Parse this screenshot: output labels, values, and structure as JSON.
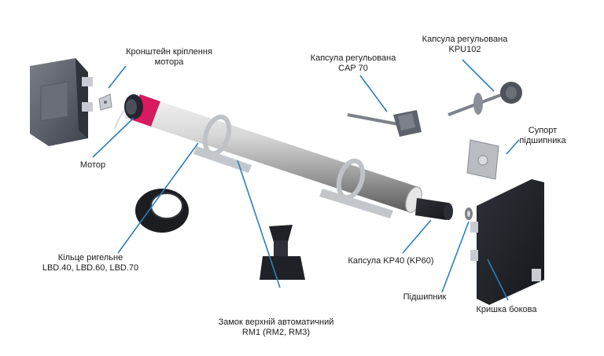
{
  "accent_color": "#2a7fc0",
  "labels": {
    "bracket": [
      "Кронштейн кріплення",
      "мотора"
    ],
    "motor": "Мотор",
    "ring": [
      "Кільце ригельне",
      "LBD.40,  LBD.60,  LBD.70"
    ],
    "lock": [
      "Замок верхній автоматичний",
      "RM1 (RM2, RM3)"
    ],
    "cap70": [
      "Капсула регульована",
      "CAP 70"
    ],
    "kpu102": [
      "Капсула регульована",
      "KPU102"
    ],
    "support": [
      "Супорт",
      "підшипника"
    ],
    "kp40": "Капсула KP40 (KP60)",
    "bearing": "Підшипник",
    "cover": "Кришка бокова"
  }
}
